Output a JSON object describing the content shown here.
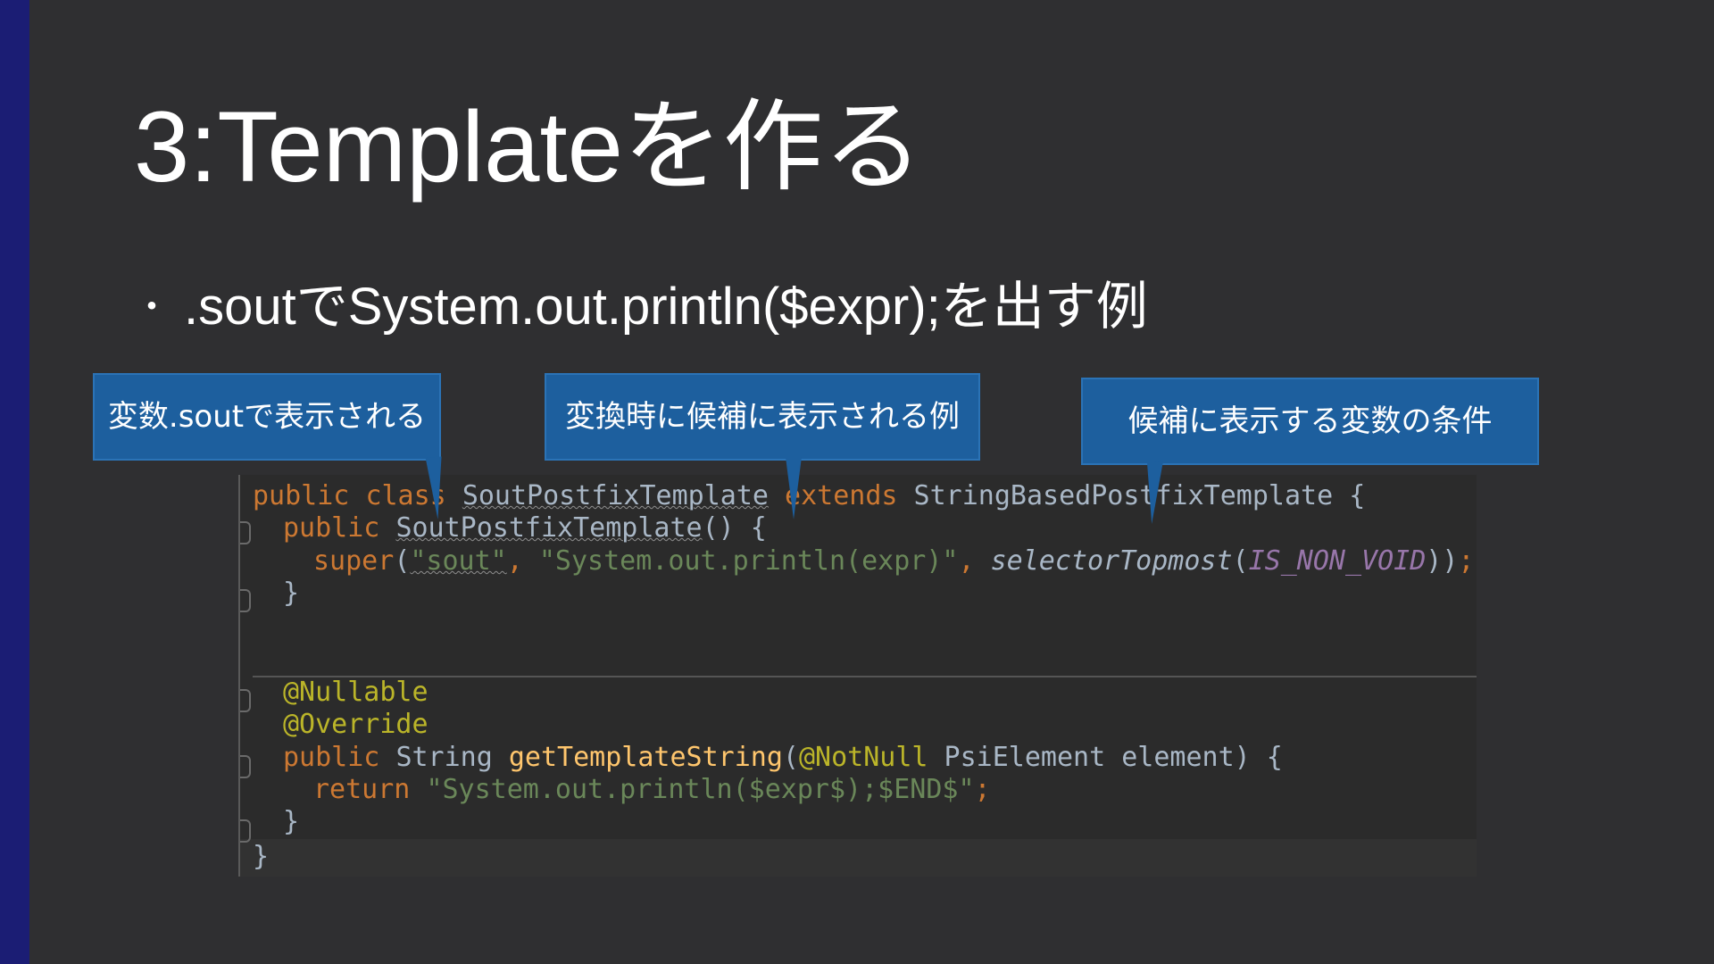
{
  "slide": {
    "title": "3:Templateを作る",
    "bullet_marker": "・",
    "bullet_text": ".soutでSystem.out.println($expr);を出す例"
  },
  "callouts": [
    {
      "text": "変数.soutで表示される"
    },
    {
      "text": "変換時に候補に表示される例"
    },
    {
      "text": "候補に表示する変数の条件"
    }
  ],
  "code": {
    "line1": {
      "kw1": "public",
      "kw2": "class",
      "cls": "SoutPostfixTemplate",
      "kw3": "extends",
      "base": "StringBasedPostfixTemplate",
      "brace": "{"
    },
    "line2": {
      "kw": "public",
      "ctor": "SoutPostfixTemplate",
      "rest": "() {"
    },
    "line3": {
      "kw": "super",
      "p1": "(",
      "s1": "\"sout\"",
      "comma1": ",",
      "s2": "\"System.out.println(expr)\"",
      "comma2": ",",
      "fn": "selectorTopmost",
      "p2": "(",
      "cst": "IS_NON_VOID",
      "p3": "))",
      "semi": ";"
    },
    "line4": {
      "brace": "}"
    },
    "line5": {
      "ann": "@Nullable"
    },
    "line6": {
      "ann": "@Override"
    },
    "line7": {
      "kw": "public",
      "type": "String",
      "fn": "getTemplateString",
      "p1": "(",
      "ann": "@NotNull",
      "ptype": "PsiElement",
      "pname": "element",
      "rest": ") {"
    },
    "line8": {
      "kw": "return",
      "str": "\"System.out.println($expr$);$END$\"",
      "semi": ";"
    },
    "line9": {
      "brace": "}"
    },
    "line10": {
      "brace": "}"
    }
  },
  "colors": {
    "background": "#2f2f31",
    "side_bar": "#1b1d74",
    "callout": "#1d5f9e",
    "keyword": "#cc7832",
    "string": "#6a8759",
    "annotation": "#bbb529",
    "method": "#ffc66d",
    "constant": "#9876aa"
  }
}
